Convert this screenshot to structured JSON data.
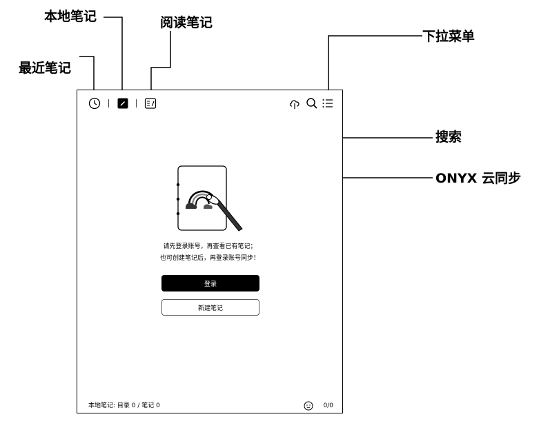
{
  "callouts": {
    "local_notes": "本地笔记",
    "reading_notes": "阅读笔记",
    "recent_notes": "最近笔记",
    "dropdown_menu": "下拉菜单",
    "search": "搜索",
    "onyx_sync": "ONYX 云同步"
  },
  "toolbar": {
    "left_icons": [
      "clock-icon",
      "edit-note-icon",
      "reading-note-icon"
    ],
    "right_icons": [
      "cloud-icon",
      "search-icon",
      "menu-icon"
    ]
  },
  "main": {
    "prompt_line1": "请先登录账号，再查看已有笔记；",
    "prompt_line2": "也可创建笔记后，再登录账号同步！",
    "login_button": "登录",
    "new_note_button": "新建笔记"
  },
  "status_bar": {
    "summary": "本地笔记:  目录 0 / 笔记 0",
    "page": "0/0"
  },
  "colors": {
    "accent": "#000000",
    "background": "#ffffff",
    "border": "#555555"
  }
}
